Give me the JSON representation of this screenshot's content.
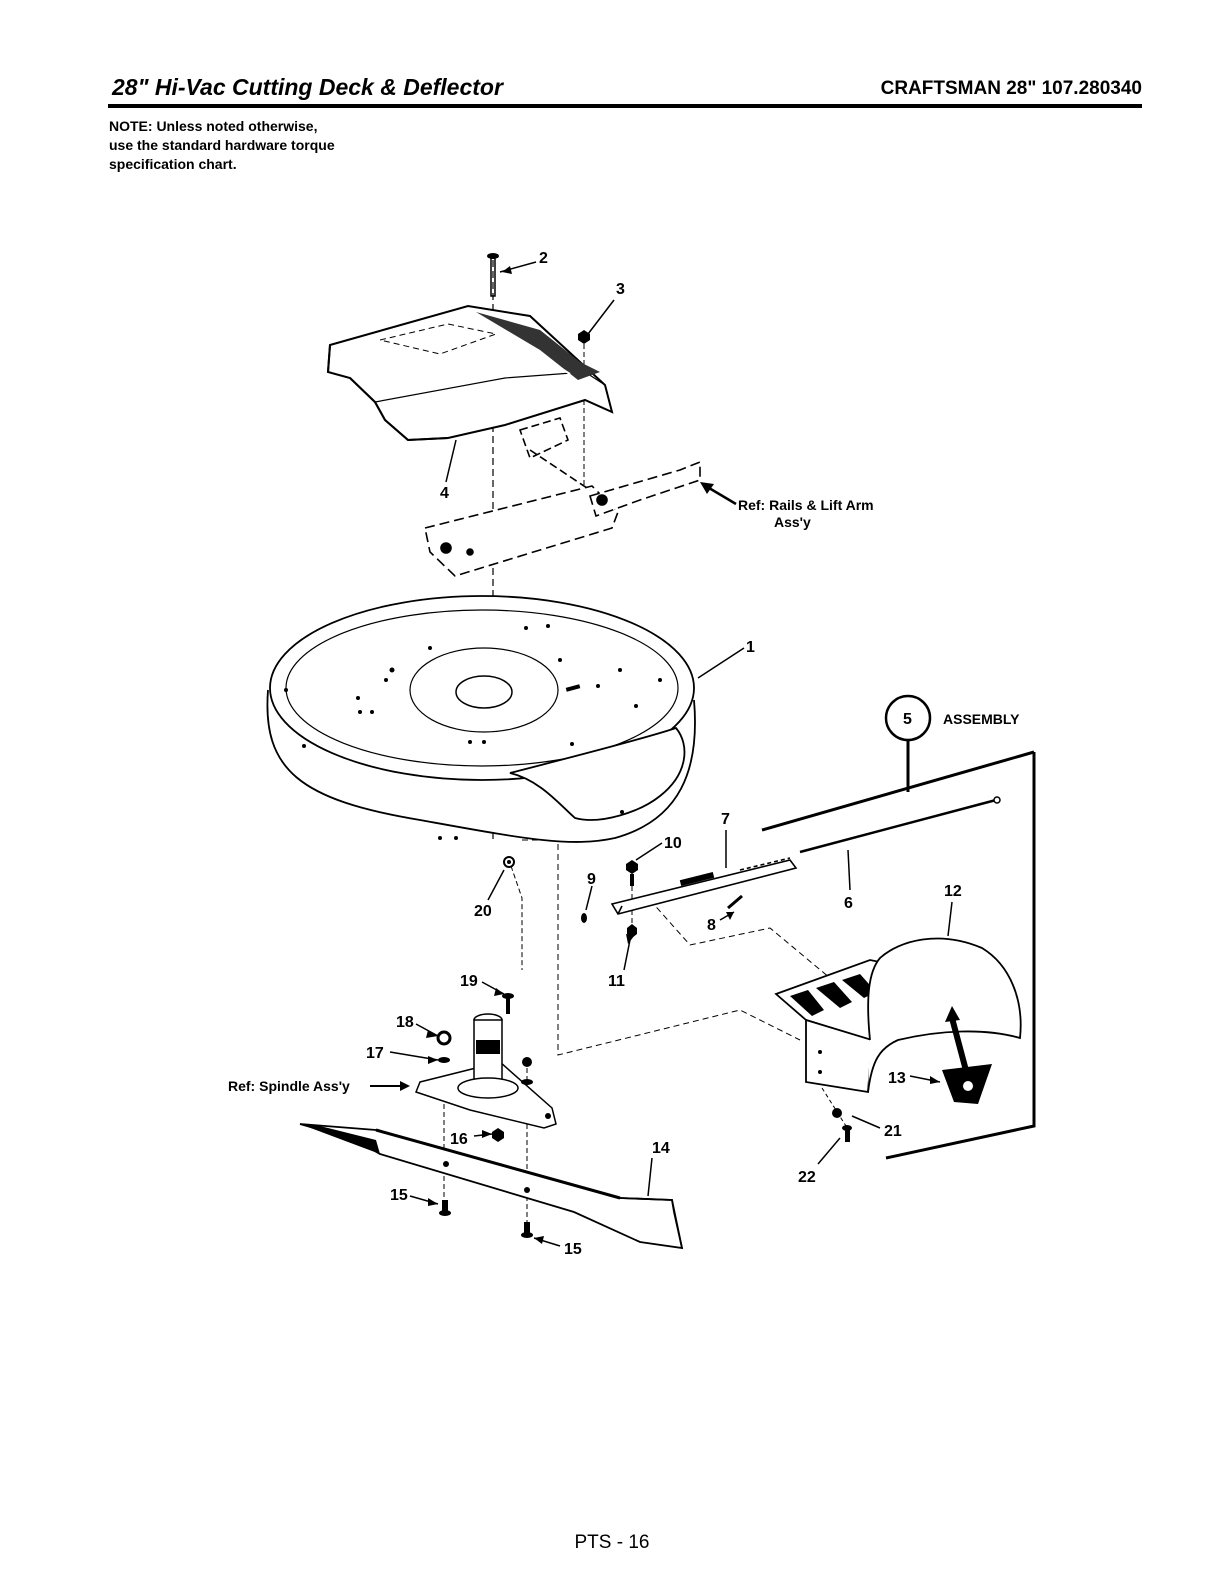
{
  "header": {
    "title": "28\" Hi-Vac Cutting Deck & Deflector",
    "model": "CRAFTSMAN 28\" 107.280340"
  },
  "note": [
    "NOTE: Unless noted otherwise,",
    "use the standard hardware torque",
    "specification chart."
  ],
  "callouts": {
    "c1": "1",
    "c2": "2",
    "c3": "3",
    "c4": "4",
    "c5": "5",
    "c6": "6",
    "c7": "7",
    "c8": "8",
    "c9": "9",
    "c10": "10",
    "c11": "11",
    "c12": "12",
    "c13": "13",
    "c14": "14",
    "c15a": "15",
    "c15b": "15",
    "c16": "16",
    "c17": "17",
    "c18": "18",
    "c19": "19",
    "c20": "20",
    "c21": "21",
    "c22": "22"
  },
  "assembly_label": "ASSEMBLY",
  "refs": {
    "rails_line1": "Ref: Rails & Lift Arm",
    "rails_line2": "Ass'y",
    "spindle": "Ref: Spindle Ass'y"
  },
  "footer": {
    "page": "PTS - 16"
  }
}
